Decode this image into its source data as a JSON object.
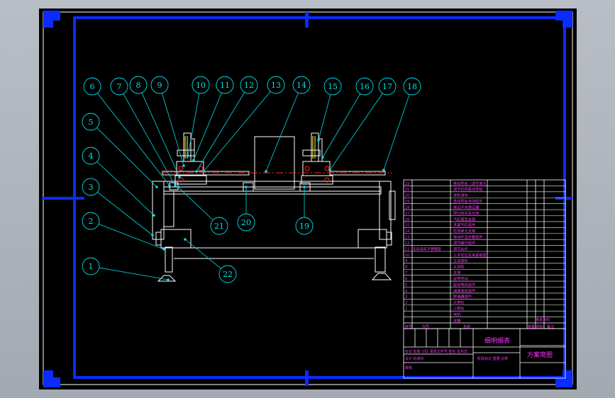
{
  "drawing": {
    "title": "方案简图",
    "table_title": "细明细表",
    "balloons": [
      "1",
      "2",
      "3",
      "4",
      "5",
      "6",
      "7",
      "8",
      "9",
      "10",
      "11",
      "12",
      "13",
      "14",
      "15",
      "16",
      "17",
      "18",
      "19",
      "20",
      "21",
      "22"
    ],
    "bom_rows": [
      {
        "no": "22",
        "code": "",
        "name": "移动导轨（调节单元）"
      },
      {
        "no": "21",
        "code": "",
        "name": "调节机构驱动导轨"
      },
      {
        "no": "20",
        "code": "",
        "name": "导轨滑块"
      },
      {
        "no": "19",
        "code": "",
        "name": "直线导轨滑块组件"
      },
      {
        "no": "18",
        "code": "",
        "name": "接近开关感应器"
      },
      {
        "no": "17",
        "code": "",
        "name": "限位挡块及支架"
      },
      {
        "no": "16",
        "code": "",
        "name": "气缸固定支架"
      },
      {
        "no": "15",
        "code": "",
        "name": "夹紧气缸组件"
      },
      {
        "no": "14",
        "code": "",
        "name": "检测单元支架"
      },
      {
        "no": "13",
        "code": "",
        "name": "导向杆及衬套组件"
      },
      {
        "no": "12",
        "code": "",
        "name": "调节螺杆组件"
      },
      {
        "no": "11",
        "code": "无轨电车不锈钢管",
        "name": "调节丝杆"
      },
      {
        "no": "10",
        "code": "",
        "name": "工件定位及夹紧装置"
      },
      {
        "no": "9",
        "code": "",
        "name": "主动滚轮"
      },
      {
        "no": "8",
        "code": "",
        "name": "从动轮"
      },
      {
        "no": "7",
        "code": "",
        "name": "支撑"
      },
      {
        "no": "6",
        "code": "",
        "name": "皮带传动"
      },
      {
        "no": "5",
        "code": "",
        "name": "驱动电机组件"
      },
      {
        "no": "4",
        "code": "",
        "name": "减速电机组件"
      },
      {
        "no": "3",
        "code": "",
        "name": "联轴器组件"
      },
      {
        "no": "2",
        "code": "",
        "name": "大带轮"
      },
      {
        "no": "1",
        "code": "",
        "name": "小带轮"
      }
    ],
    "bom_extra_rows": [
      "电机",
      "支腿"
    ],
    "header": {
      "no": "序号",
      "code": "代号",
      "name": "名称",
      "qty": "数量",
      "material": "材料",
      "remark": "备注"
    },
    "side_note": "数量 材料",
    "title_block": {
      "left_top": "标记 处数 分区 更改文件号 签名 年月日",
      "left_mid": "设计 标准化",
      "left_bottom": "审核",
      "mid": "阶段标记 重量 比例"
    }
  },
  "colors": {
    "sheet": "#000000",
    "frame": "#0b2bff",
    "part": "#ffffff",
    "leader": "#00e0e8",
    "table_text": "#ff33ff",
    "table_line": "#ffffff",
    "center": "#ff2a2a",
    "accent_yellow": "#ffff40"
  }
}
